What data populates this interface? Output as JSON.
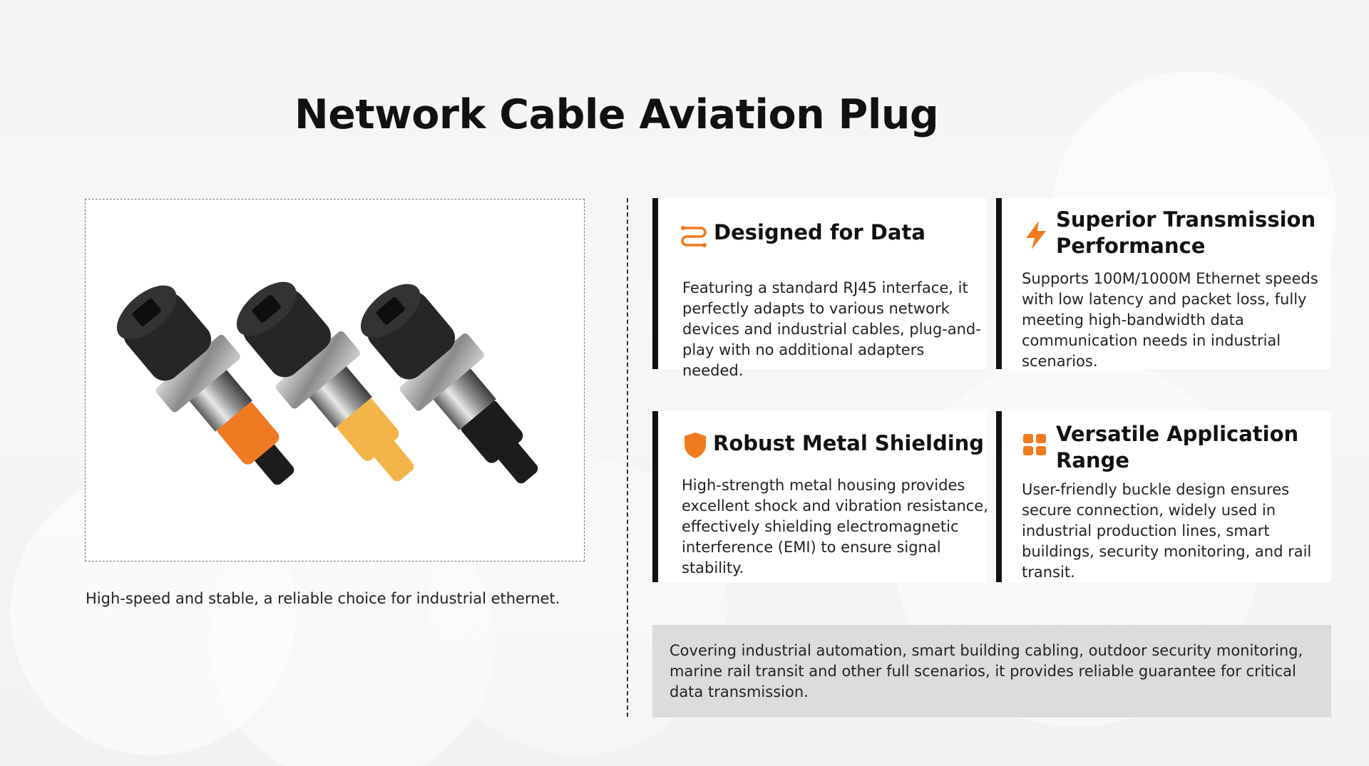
{
  "title": "Network Cable Aviation Plug",
  "product_image": {
    "icon": "connector-product-photo",
    "connector_colors": [
      "#ef7a22",
      "#f3b54a",
      "#1c1c1c"
    ]
  },
  "caption": "High-speed and stable, a reliable choice for industrial ethernet.",
  "accent_color": "#f07a1e",
  "features": [
    {
      "icon": "s-curve-route-icon",
      "heading": "Designed for Data",
      "body": "Featuring a standard RJ45 interface, it perfectly adapts to various network devices and industrial cables, plug-and-play with no additional adapters needed."
    },
    {
      "icon": "lightning-bolt-icon",
      "heading": "Superior Transmission Performance",
      "body": "Supports 100M/1000M Ethernet speeds with low latency and packet loss, fully meeting high-bandwidth data communication needs in industrial scenarios."
    },
    {
      "icon": "shield-icon",
      "heading": "Robust Metal Shielding",
      "body": "High-strength metal housing provides excellent shock and vibration resistance, effectively shielding electromagnetic interference (EMI) to ensure signal stability."
    },
    {
      "icon": "grid-apps-icon",
      "heading": "Versatile Application Range",
      "body": "User-friendly buckle design ensures secure connection, widely used in industrial production lines, smart buildings, security monitoring, and rail transit."
    }
  ],
  "summary": "Covering industrial automation, smart building cabling, outdoor security monitoring, marine rail transit and other full scenarios, it provides reliable guarantee for critical data transmission."
}
